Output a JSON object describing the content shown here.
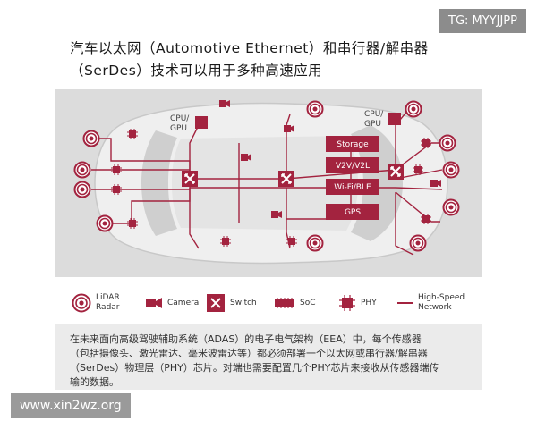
{
  "title": {
    "line1": "汽车以太网（Automotive Ethernet）和串行器/解串器",
    "line2": "（SerDes）技术可以用于多种高速应用"
  },
  "badge": "TG: MYYJJPP",
  "watermark": "www.xin2wz.org",
  "diagram": {
    "cpu_left": [
      "CPU/",
      "GPU"
    ],
    "cpu_right": [
      "CPU/",
      "GPU"
    ],
    "blocks": [
      "Storage",
      "V2V/V2L",
      "Wi-Fi/BLE",
      "GPS"
    ]
  },
  "legend": {
    "lidar": [
      "LiDAR",
      "Radar"
    ],
    "camera": "Camera",
    "switch": "Switch",
    "soc": "SoC",
    "phy": "PHY",
    "network": [
      "High-Speed",
      "Network"
    ]
  },
  "caption": {
    "lines": [
      "在未来面向高级驾驶辅助系统（ADAS）的电子电气架构（EEA）中，每个传感器",
      "（包括摄像头、激光雷达、毫米波雷达等）都必须部署一个以太网或串行器/解串器",
      "（SerDes）物理层（PHY）芯片。对端也需要配置几个PHY芯片来接收从传感器端传",
      "输的数据。"
    ]
  },
  "colors": {
    "accent": "#a3233f",
    "diagram_bg": "#dcdcdc",
    "car_body": "#efefef",
    "caption_bg": "#ebebeb"
  }
}
